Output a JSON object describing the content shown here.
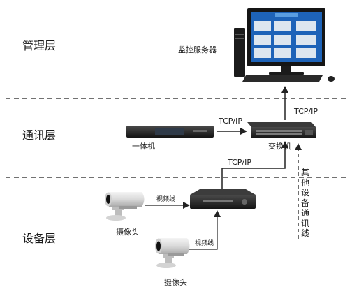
{
  "layers": {
    "management": "管理层",
    "communication": "通讯层",
    "device": "设备层"
  },
  "devices": {
    "server": "监控服务器",
    "all_in_one": "一体机",
    "switch": "交换机",
    "camera_1": "摄像头",
    "camera_2": "摄像头"
  },
  "links": {
    "aio_to_switch": "TCP/IP",
    "switch_to_server": "TCP/IP",
    "nvr_to_switch": "TCP/IP",
    "camera_1_line": "视频线",
    "camera_2_line": "视频线",
    "other_devices": "其他设备通讯线"
  },
  "colors": {
    "arrow": "#222222",
    "divider": "#444444",
    "screen": "#1e63b8",
    "device_dark": "#202020"
  }
}
